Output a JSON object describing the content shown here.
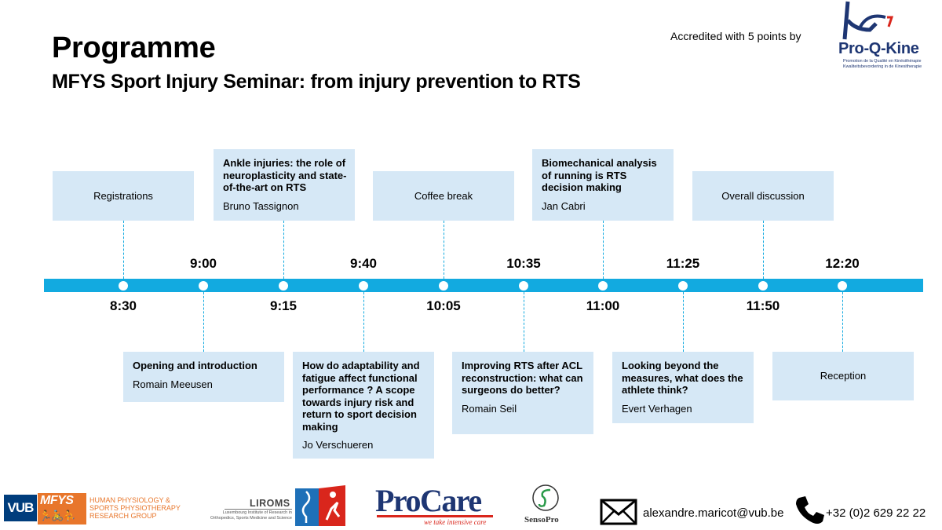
{
  "header": {
    "title": "Programme",
    "subtitle": "MFYS Sport Injury Seminar: from injury prevention to RTS",
    "accredited": "Accredited with 5 points by"
  },
  "pro_q_kine": {
    "name": "Pro-Q-Kine",
    "tagline_fr": "Promotion de la Qualité en Kinésithérapie",
    "tagline_nl": "Kwaliteitsbevordering in de Kinesitherapie"
  },
  "timeline": {
    "times_above": [
      "9:00",
      "9:40",
      "10:35",
      "11:25",
      "12:20"
    ],
    "times_below": [
      "8:30",
      "9:15",
      "10:05",
      "11:00",
      "11:50"
    ]
  },
  "sessions_top": [
    {
      "title": "Registrations",
      "speaker": ""
    },
    {
      "title": "Ankle injuries: the role of neuroplasticity and state-of-the-art on RTS",
      "speaker": "Bruno Tassignon"
    },
    {
      "title": "Coffee break",
      "speaker": ""
    },
    {
      "title": "Biomechanical analysis of running is RTS decision making",
      "speaker": "Jan Cabri"
    },
    {
      "title": "Overall discussion",
      "speaker": ""
    }
  ],
  "sessions_bottom": [
    {
      "title": "Opening and introduction",
      "speaker": "Romain Meeusen"
    },
    {
      "title": "How do adaptability and fatigue affect functional performance ? A scope towards injury risk and return to sport decision making",
      "speaker": "Jo Verschueren"
    },
    {
      "title": "Improving RTS after ACL reconstruction: what can surgeons do better?",
      "speaker": "Romain Seil"
    },
    {
      "title": "Looking beyond the measures, what does the athlete think?",
      "speaker": "Evert Verhagen"
    },
    {
      "title": "Reception",
      "speaker": ""
    }
  ],
  "footer": {
    "vub": "VUB",
    "mfys": "MFYS",
    "mfys_desc": "HUMAN PHYSIOLOGY &\nSPORTS PHYSIOTHERAPY\nRESEARCH GROUP",
    "liroms": "LIROMS",
    "liroms_desc": "Luxembourg Institute of Research in\nOrthopedics, Sports Medicine and Science",
    "procare": "ProCare",
    "procare_tag": "we take intensive care",
    "sensopro": "SensoPro",
    "email": "alexandre.maricot@vub.be",
    "phone": "+32 (0)2 629 22 22"
  },
  "colors": {
    "timeline": "#12aae0",
    "box": "#d6e8f6",
    "brand_blue": "#1e3673",
    "orange": "#e8762b",
    "red": "#d9261c"
  },
  "icons": [
    "envelope-icon",
    "phone-icon"
  ]
}
